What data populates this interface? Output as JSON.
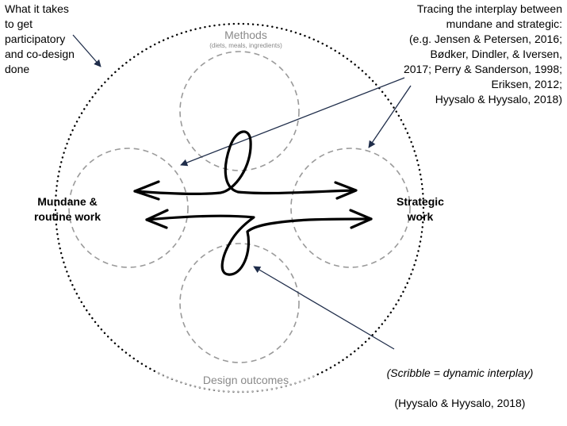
{
  "notes": {
    "top_left": "What it takes\nto get\nparticipatory\nand co-design\ndone",
    "top_right": "Tracing the interplay between\nmundane and strategic:\n(e.g. Jensen & Petersen, 2016;\nBødker, Dindler, & Iversen,\n2017; Perry & Sanderson, 1998;\nEriksen, 2012;\nHyysalo & Hyysalo, 2018)",
    "bottom_right_italic": "(Scribble = dynamic interplay)",
    "bottom_right": "(Hyysalo & Hyysalo, 2018)"
  },
  "circles": {
    "top_label": "Methods",
    "top_sublabel": "(diets, meals, ingredients)",
    "bottom_label": "Design outcomes"
  },
  "labels": {
    "left": "Mundane &\nroutine work",
    "right": "Strategic\nwork"
  },
  "colors": {
    "outer_circle": "#000000",
    "dashed_circles": "#9a9a9a",
    "pointer_lines": "#1f2d4a",
    "muted_text": "#8a8a8a"
  }
}
